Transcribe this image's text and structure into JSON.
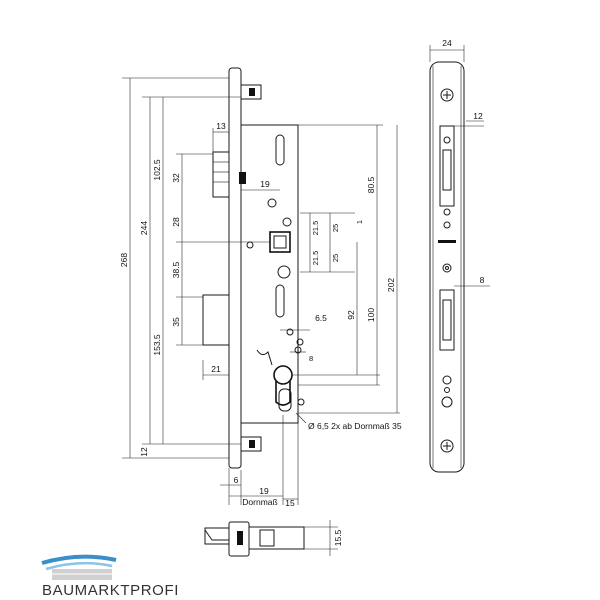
{
  "drawing": {
    "overall_height": "268",
    "screw_spacing": "244",
    "top_to_follower": "102.5",
    "latch_offset_32": "32",
    "latch_height_28": "28",
    "dim_38_5": "38.5",
    "bolt_height_35": "35",
    "bottom_153_5": "153.5",
    "bottom_12": "12",
    "faceplate_13": "13",
    "backset_19": "19",
    "dim_21_5_a": "21.5",
    "dim_21_5_b": "21.5",
    "dim_25_a": "25",
    "dim_25_b": "25",
    "dim_80_5": "80.5",
    "dim_92": "92",
    "dim_100": "100",
    "dim_202": "202",
    "dim_6_5": "6.5",
    "dim_21": "21",
    "dim_8_small": "8",
    "marker_1": "1",
    "bottom_6": "6",
    "bottom_19": "19",
    "bottom_15": "15",
    "dornmass": "Dornmaß",
    "hole_note": "Ø 6,5 2x ab Dornmaß 35",
    "faceplate_width": "24",
    "faceplate_12": "12",
    "faceplate_8": "8",
    "side_15_5": "15.5"
  },
  "brand": {
    "name": "BAUMARKTPROFI",
    "colors": {
      "roof_blue": "#3b8fc9",
      "roof_light": "#8cc3e6",
      "text": "#333333"
    }
  }
}
